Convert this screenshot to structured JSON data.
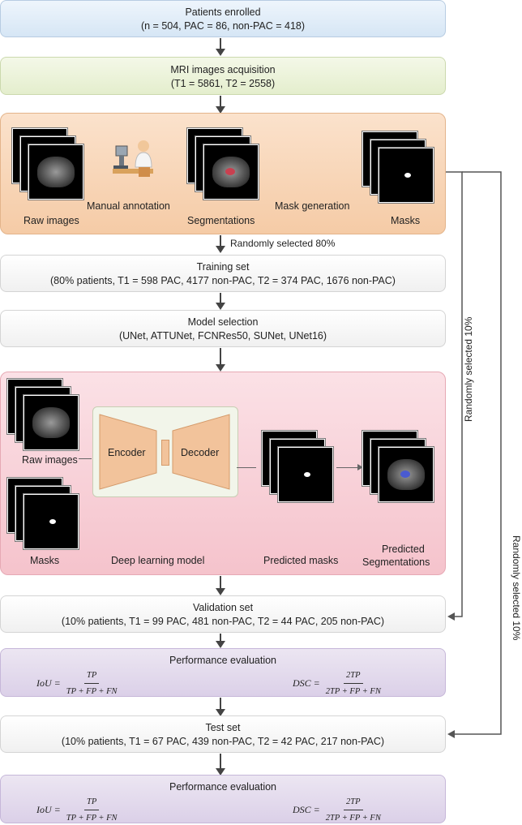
{
  "boxes": {
    "enrolled": {
      "title": "Patients enrolled",
      "detail": "(n = 504, PAC = 86, non-PAC = 418)"
    },
    "mri": {
      "title": "MRI images acquisition",
      "detail": "(T1 = 5861, T2 = 2558)"
    },
    "training": {
      "title": "Training set",
      "detail": "(80% patients, T1 = 598 PAC,  4177 non-PAC, T2 = 374 PAC, 1676 non-PAC)"
    },
    "model_selection": {
      "title": "Model selection",
      "detail": "(UNet, ATTUNet, FCNRes50, SUNet, UNet16)"
    },
    "validation": {
      "title": "Validation set",
      "detail": "(10% patients, T1 = 99 PAC, 481 non-PAC, T2 = 44 PAC, 205 non-PAC)"
    },
    "perf1": {
      "title": "Performance evaluation"
    },
    "test": {
      "title": "Test set",
      "detail": "(10% patients, T1 = 67 PAC, 439 non-PAC, T2 = 42 PAC, 217 non-PAC)"
    },
    "perf2": {
      "title": "Performance evaluation"
    }
  },
  "annotation": {
    "raw_images": "Raw images",
    "manual_annotation": "Manual annotation",
    "segmentations": "Segmentations",
    "mask_generation": "Mask generation",
    "masks": "Masks"
  },
  "deep_learning": {
    "raw_images": "Raw images",
    "masks": "Masks",
    "encoder": "Encoder",
    "decoder": "Decoder",
    "model_label": "Deep learning model",
    "predicted_masks": "Predicted masks",
    "predicted_segmentations_1": "Predicted",
    "predicted_segmentations_2": "Segmentations"
  },
  "flow_labels": {
    "random80": "Randomly selected 80%",
    "random10a": "Randomly selected 10%",
    "random10b": "Randomly selected 10%"
  },
  "formulas": {
    "iou_lhs": "IoU =",
    "iou_num": "TP",
    "iou_den": "TP + FP + FN",
    "dsc_lhs": "DSC =",
    "dsc_num": "2TP",
    "dsc_den": "2TP + FP + FN"
  }
}
